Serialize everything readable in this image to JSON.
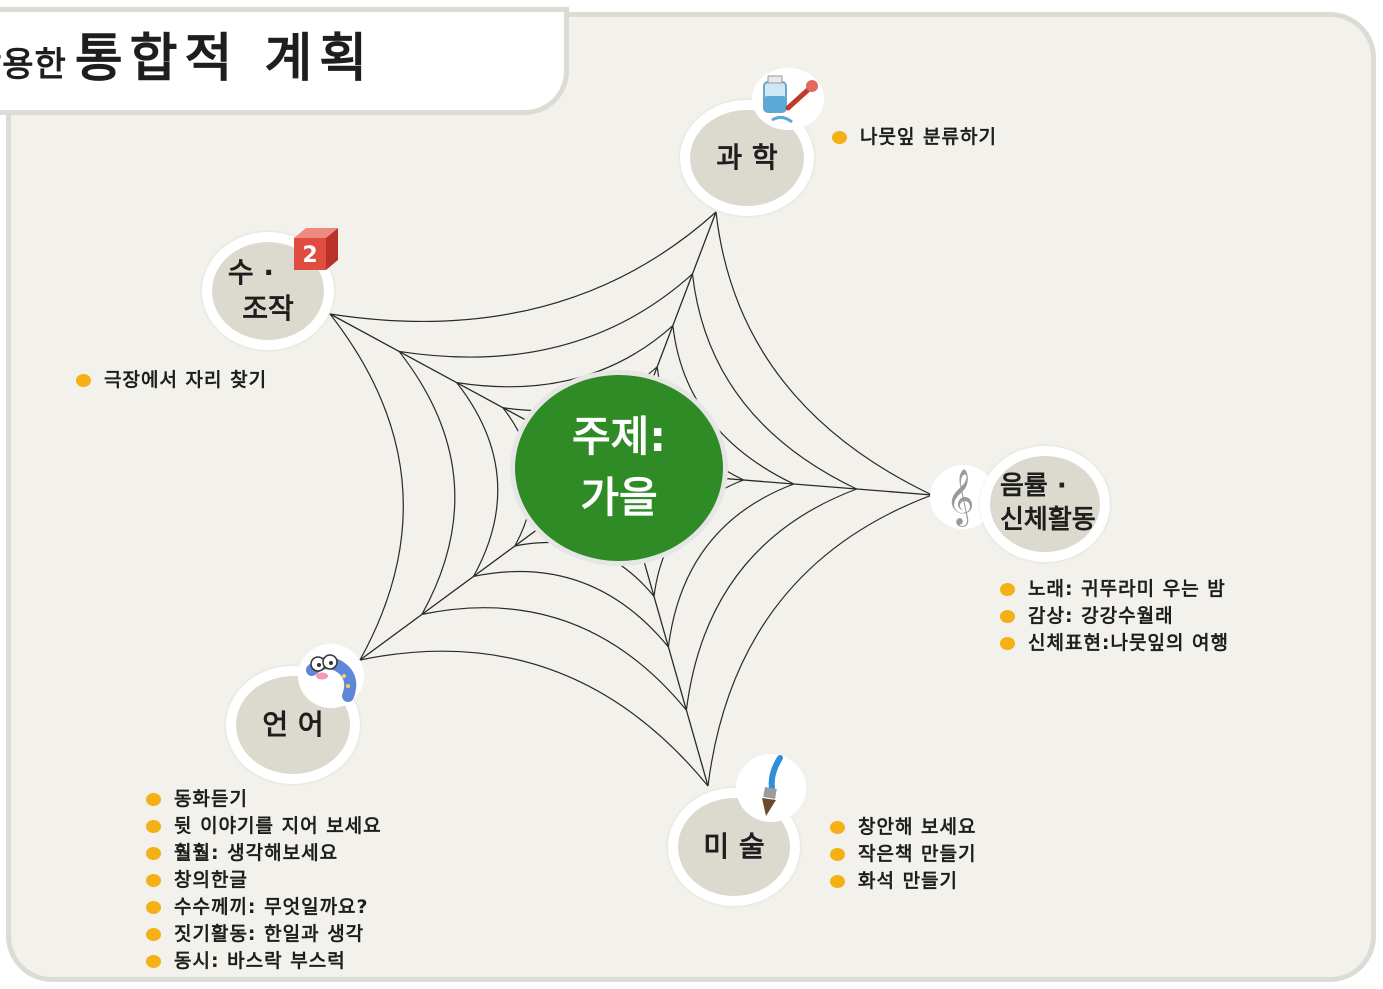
{
  "title": {
    "prefix": "활용한",
    "main": "통합적 계획"
  },
  "center": {
    "line1": "주제:",
    "line2": "가을"
  },
  "nodes": {
    "science": {
      "label": "과 학",
      "icon": "lab-beaker-dropper-icon",
      "items": [
        "나뭇잎 분류하기"
      ]
    },
    "math": {
      "line1": "수 ·",
      "line2": "조작",
      "icon": "number-block-2-icon",
      "icon_text": "2",
      "items": [
        "극장에서 자리 찾기"
      ]
    },
    "music": {
      "line1": "음률 ·",
      "line2": "신체활동",
      "icon": "treble-clef-icon",
      "icon_glyph": "𝄞",
      "items": [
        "노래: 귀뚜라미 우는 밤",
        "감상: 강강수월래",
        "신체표현:나뭇잎의 여행"
      ]
    },
    "language": {
      "label": "언 어",
      "icon": "worm-character-icon",
      "items": [
        "동화듣기",
        "뒷 이야기를 지어 보세요",
        "훨훨: 생각해보세요",
        "창의한글",
        "수수께끼: 무엇일까요?",
        "짓기활동: 한일과 생각",
        "동시: 바스락 부스럭"
      ]
    },
    "art": {
      "label": "미 술",
      "icon": "paint-brush-icon",
      "items": [
        "창안해 보세요",
        "작은책 만들기",
        "화석 만들기"
      ]
    }
  },
  "colors": {
    "center": "#2e8b25",
    "bullet": "#f4b015",
    "node_fill": "#dcdacf",
    "board": "#f2f1ec",
    "border": "#dcdcd4",
    "web": "#2a2a2a"
  }
}
